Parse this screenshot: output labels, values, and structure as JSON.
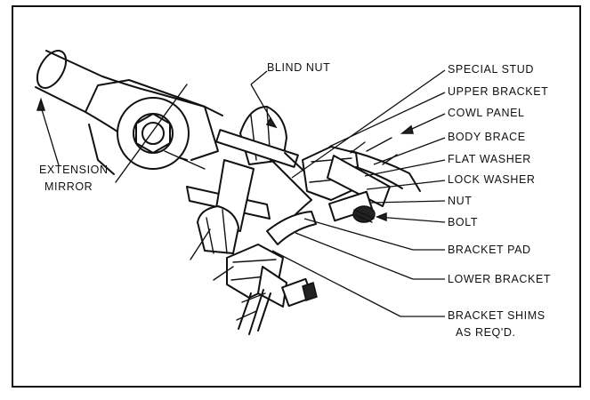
{
  "labels": {
    "blind_nut": "BLIND NUT",
    "extension_mirror_line1": "EXTENSION",
    "extension_mirror_line2": "MIRROR",
    "special_stud": "SPECIAL STUD",
    "upper_bracket": "UPPER BRACKET",
    "cowl_panel": "COWL PANEL",
    "body_brace": "BODY BRACE",
    "flat_washer": "FLAT WASHER",
    "lock_washer": "LOCK WASHER",
    "nut": "NUT",
    "bolt": "BOLT",
    "bracket_pad": "BRACKET PAD",
    "lower_bracket": "LOWER BRACKET",
    "bracket_shims_line1": "BRACKET SHIMS",
    "bracket_shims_line2": "AS REQ'D."
  },
  "colors": {
    "ink": "#111111",
    "paper": "#ffffff"
  }
}
